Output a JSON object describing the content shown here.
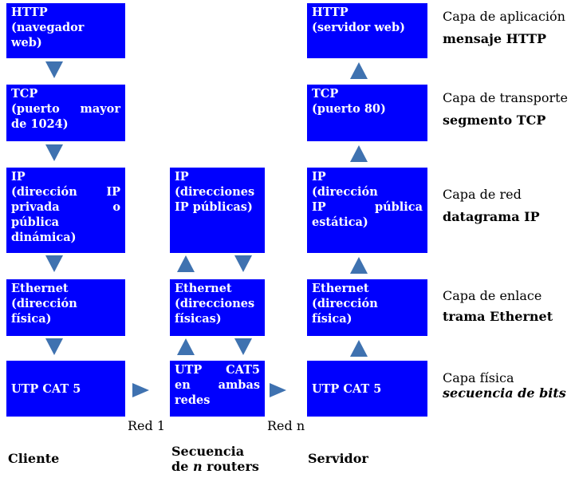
{
  "colors": {
    "box_fill": "#0000fe",
    "box_text": "#ffffff",
    "arrow": "#3f72b0",
    "label_text": "#000000"
  },
  "stacks": {
    "client": {
      "caption": "Cliente",
      "http": {
        "lines": [
          {
            "t": "HTTP"
          },
          {
            "t": "(navegador"
          },
          {
            "t": "web)"
          }
        ]
      },
      "tcp": {
        "lines": [
          {
            "t": "TCP"
          },
          {
            "t": "(puerto mayor",
            "j": true
          },
          {
            "t": "de 1024)"
          }
        ]
      },
      "ip": {
        "lines": [
          {
            "t": "IP"
          },
          {
            "t": "(dirección IP",
            "j": true
          },
          {
            "t": "privada o",
            "j": true
          },
          {
            "t": "pública"
          },
          {
            "t": "dinámica)"
          }
        ]
      },
      "ethernet": {
        "lines": [
          {
            "t": "Ethernet"
          },
          {
            "t": "(dirección"
          },
          {
            "t": "física)"
          }
        ]
      },
      "utp": {
        "lines": [
          {
            "t": "UTP CAT 5"
          }
        ]
      }
    },
    "routers": {
      "caption_line1": "Secuencia",
      "caption_line2_pre": "de ",
      "caption_line2_italic": "n",
      "caption_line2_post": " routers",
      "ip": {
        "lines": [
          {
            "t": "IP"
          },
          {
            "t": "(direcciones"
          },
          {
            "t": "IP públicas)"
          }
        ]
      },
      "ethernet": {
        "lines": [
          {
            "t": "Ethernet"
          },
          {
            "t": "(direcciones"
          },
          {
            "t": "físicas)"
          }
        ]
      },
      "utp": {
        "lines": [
          {
            "t": "UTP CAT5",
            "j": true
          },
          {
            "t": "en ambas",
            "j": true
          },
          {
            "t": "redes"
          }
        ]
      }
    },
    "server": {
      "caption": "Servidor",
      "http": {
        "lines": [
          {
            "t": "HTTP"
          },
          {
            "t": "(servidor web)"
          }
        ]
      },
      "tcp": {
        "lines": [
          {
            "t": "TCP"
          },
          {
            "t": "(puerto 80)"
          }
        ]
      },
      "ip": {
        "lines": [
          {
            "t": "IP"
          },
          {
            "t": "(dirección"
          },
          {
            "t": "IP pública",
            "j": true
          },
          {
            "t": "estática)"
          }
        ]
      },
      "ethernet": {
        "lines": [
          {
            "t": "Ethernet"
          },
          {
            "t": "(dirección"
          },
          {
            "t": "física)"
          }
        ]
      },
      "utp": {
        "lines": [
          {
            "t": "UTP CAT 5"
          }
        ]
      }
    }
  },
  "network_labels": {
    "red1": "Red 1",
    "redn": "Red n"
  },
  "layers": [
    {
      "name": "Capa de aplicación",
      "pdu": "mensaje HTTP"
    },
    {
      "name": "Capa de transporte",
      "pdu": "segmento TCP"
    },
    {
      "name": "Capa de red",
      "pdu": "datagrama IP"
    },
    {
      "name": "Capa de enlace",
      "pdu": "trama Ethernet"
    },
    {
      "name": "Capa física",
      "pdu": "secuencia de bits"
    }
  ]
}
